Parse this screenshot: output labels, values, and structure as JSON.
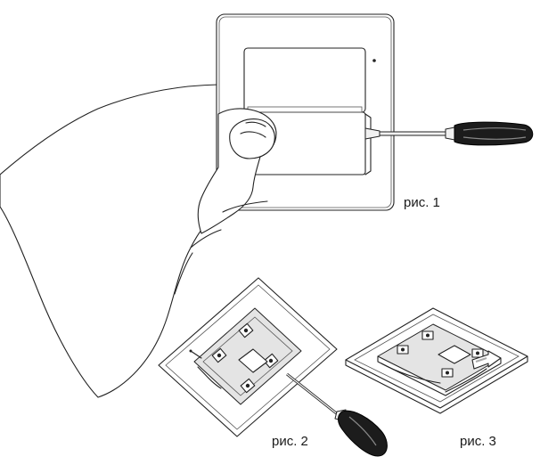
{
  "captions": {
    "fig1": "рис. 1",
    "fig2": "рис. 2",
    "fig3": "рис. 3"
  }
}
